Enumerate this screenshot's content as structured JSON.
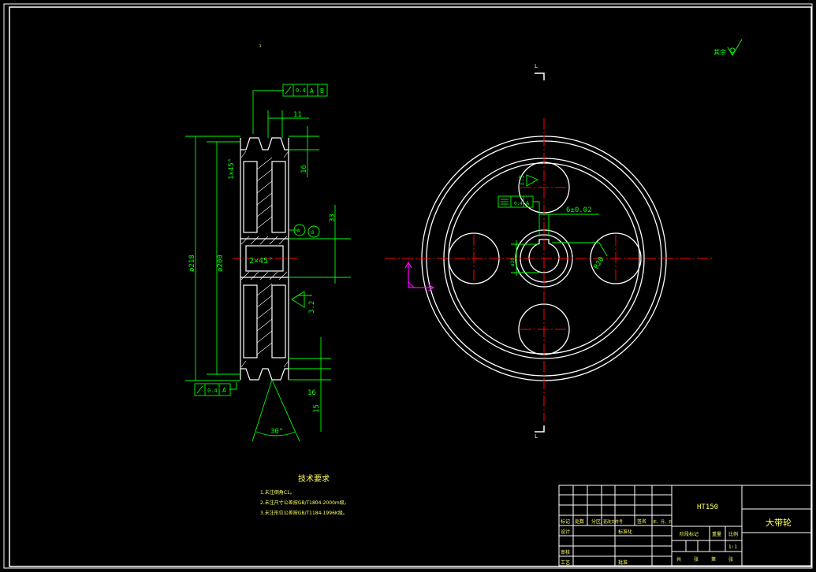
{
  "colors": {
    "background": "#000000",
    "outline": "#ffffff",
    "dimension": "#00ff00",
    "centerline": "#ff0000",
    "ucs": "#ff00ff",
    "text_yellow": "#ffff66"
  },
  "section_view": {
    "tag": "₁",
    "tolerance_top": {
      "value": "0.4",
      "ref": "A",
      "ref2": "B"
    },
    "tolerance_bottom": {
      "value": "0.4",
      "ref": "A"
    },
    "dim_groove_width": "11",
    "dim_groove_depth_top": "16",
    "dim_chamfer": "1×45°",
    "dim_hub": "33",
    "dim_outer_dia": "ø218",
    "dim_pitch_dia": "ø200",
    "dim_bore_chamfer": "2×45°",
    "roughness_hub": "3.2",
    "dim_groove_depth_bottom": "16",
    "dim_groove_pitch": "15",
    "dim_groove_angle": "30°",
    "datum_a": "A",
    "datum_b": "B"
  },
  "front_view": {
    "tag_top": "L",
    "tag_bottom": "L",
    "keyway_tolerance": {
      "value": "0.4",
      "ref": "A"
    },
    "dim_keyway": "6±0.02",
    "dim_bore": "ø30",
    "dim_hole_radius": "R20",
    "dim_key_depth": "1.5"
  },
  "general_roughness": "其余",
  "tech_requirements": {
    "title": "技术要求",
    "items": [
      "1.未注倒角C1。",
      "2.未注尺寸公差按GB/T1804-2000m级。",
      "3.未注形位公差按GB/T1184-1996K级。"
    ]
  },
  "title_block": {
    "material": "HT150",
    "part_name": "大带轮",
    "header_labels": [
      "标记",
      "处数",
      "分区",
      "更改文件号",
      "签名",
      "年、月、日"
    ],
    "stage_label": "阶段标记",
    "weight_label": "重量",
    "scale_label": "比例",
    "scale_value": "1:1",
    "design_label": "设计",
    "standard_label": "标准化",
    "review_label": "审核",
    "process_label": "工艺",
    "approve_label": "批准",
    "sheets_labels": [
      "共",
      "张",
      "第",
      "张"
    ]
  }
}
